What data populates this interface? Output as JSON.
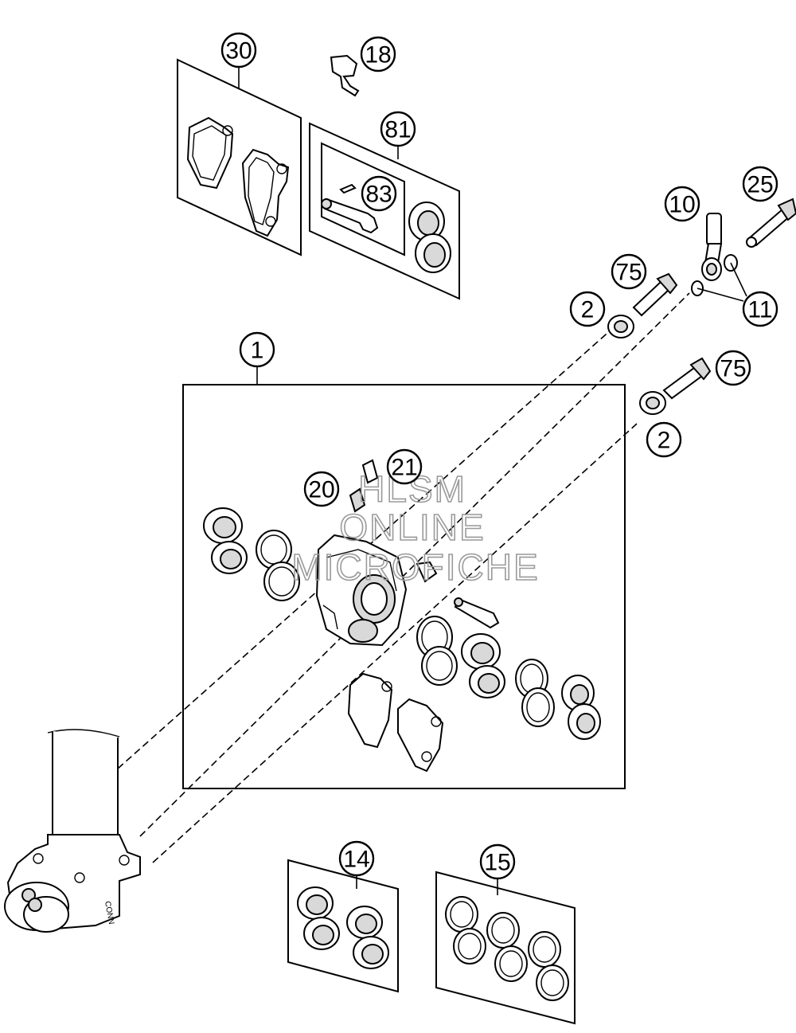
{
  "callouts": {
    "c30": "30",
    "c18": "18",
    "c81": "81",
    "c83": "83",
    "c25": "25",
    "c10": "10",
    "c75a": "75",
    "c11": "11",
    "c2a": "2",
    "c1": "1",
    "c75b": "75",
    "c2b": "2",
    "c21": "21",
    "c20": "20",
    "c14": "14",
    "c15": "15"
  },
  "watermark": {
    "line1": "HLSM",
    "line2": "ONLINE",
    "line3": "MICROFICHE"
  },
  "fork_stamp": "CONN"
}
